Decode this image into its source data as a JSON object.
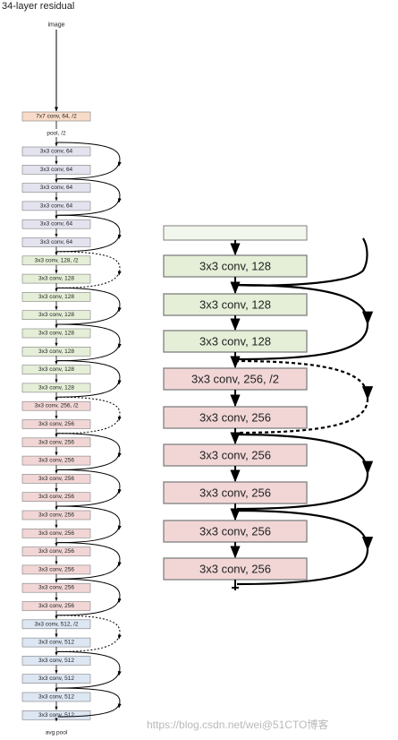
{
  "title": "34-layer residual",
  "input_label": "image",
  "output_label": "avg pool",
  "watermark": "https://blog.csdn.net/wei@51CTO博客",
  "colors": {
    "stem": "#f9dcc8",
    "g64": "#e3e3ef",
    "g128": "#e5efd8",
    "g256": "#f2d6d6",
    "g512": "#dde6f3",
    "border": "#7f7f7f",
    "arrow": "#000000"
  },
  "left_column": {
    "stem_label": "7x7 conv, 64, /2",
    "pool_label": "pool, /2",
    "layers": [
      {
        "label": "3x3 conv, 64",
        "group": "g64"
      },
      {
        "label": "3x3 conv, 64",
        "group": "g64"
      },
      {
        "label": "3x3 conv, 64",
        "group": "g64"
      },
      {
        "label": "3x3 conv, 64",
        "group": "g64"
      },
      {
        "label": "3x3 conv, 64",
        "group": "g64"
      },
      {
        "label": "3x3 conv, 64",
        "group": "g64"
      },
      {
        "label": "3x3 conv, 128, /2",
        "group": "g128"
      },
      {
        "label": "3x3 conv, 128",
        "group": "g128"
      },
      {
        "label": "3x3 conv, 128",
        "group": "g128"
      },
      {
        "label": "3x3 conv, 128",
        "group": "g128"
      },
      {
        "label": "3x3 conv, 128",
        "group": "g128"
      },
      {
        "label": "3x3 conv, 128",
        "group": "g128"
      },
      {
        "label": "3x3 conv, 128",
        "group": "g128"
      },
      {
        "label": "3x3 conv, 128",
        "group": "g128"
      },
      {
        "label": "3x3 conv, 256, /2",
        "group": "g256"
      },
      {
        "label": "3x3 conv, 256",
        "group": "g256"
      },
      {
        "label": "3x3 conv, 256",
        "group": "g256"
      },
      {
        "label": "3x3 conv, 256",
        "group": "g256"
      },
      {
        "label": "3x3 conv, 256",
        "group": "g256"
      },
      {
        "label": "3x3 conv, 256",
        "group": "g256"
      },
      {
        "label": "3x3 conv, 256",
        "group": "g256"
      },
      {
        "label": "3x3 conv, 256",
        "group": "g256"
      },
      {
        "label": "3x3 conv, 256",
        "group": "g256"
      },
      {
        "label": "3x3 conv, 256",
        "group": "g256"
      },
      {
        "label": "3x3 conv, 256",
        "group": "g256"
      },
      {
        "label": "3x3 conv, 256",
        "group": "g256"
      },
      {
        "label": "3x3 conv, 512, /2",
        "group": "g512"
      },
      {
        "label": "3x3 conv, 512",
        "group": "g512"
      },
      {
        "label": "3x3 conv, 512",
        "group": "g512"
      },
      {
        "label": "3x3 conv, 512",
        "group": "g512"
      },
      {
        "label": "3x3 conv, 512",
        "group": "g512"
      },
      {
        "label": "3x3 conv, 512",
        "group": "g512"
      }
    ]
  },
  "right_column": {
    "layers": [
      {
        "label": "3x3 conv, 128",
        "group": "g128"
      },
      {
        "label": "3x3 conv, 128",
        "group": "g128"
      },
      {
        "label": "3x3 conv, 128",
        "group": "g128"
      },
      {
        "label": "3x3 conv, 256, /2",
        "group": "g256"
      },
      {
        "label": "3x3 conv, 256",
        "group": "g256"
      },
      {
        "label": "3x3 conv, 256",
        "group": "g256"
      },
      {
        "label": "3x3 conv, 256",
        "group": "g256"
      },
      {
        "label": "3x3 conv, 256",
        "group": "g256"
      },
      {
        "label": "3x3 conv, 256",
        "group": "g256"
      }
    ]
  }
}
